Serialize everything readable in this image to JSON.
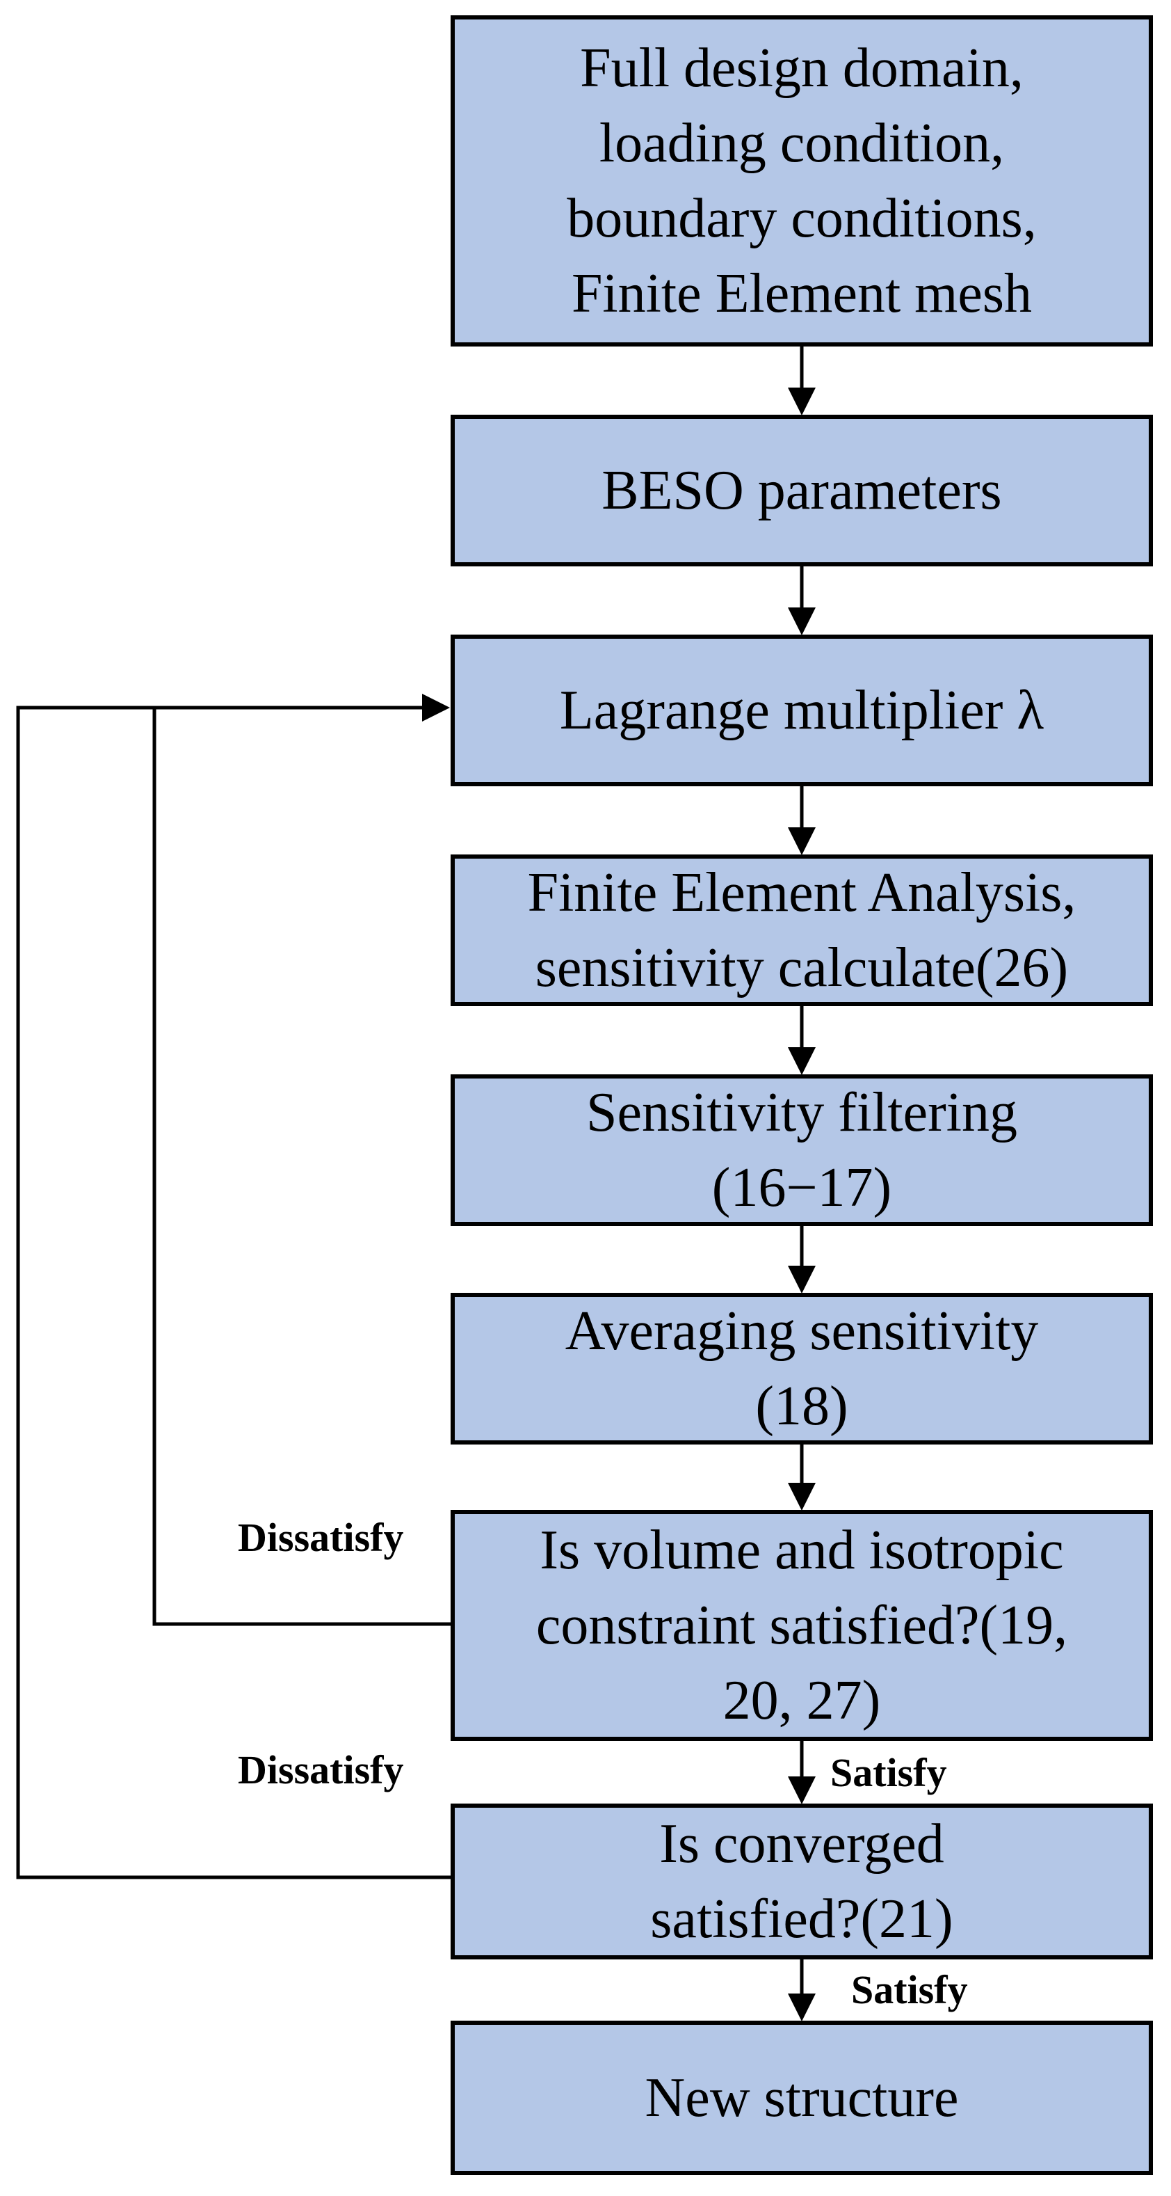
{
  "steps": {
    "start": "Full design domain,\nloading condition,\nboundary conditions,\nFinite Element mesh",
    "parameters": "BESO parameters",
    "lagrange": "Lagrange multiplier λ",
    "fea": "Finite Element Analysis,\nsensitivity calculate(26)",
    "filtering": "Sensitivity filtering\n(16−17)",
    "averaging": "Averaging sensitivity\n(18)",
    "constraint_check": "Is volume and isotropic\nconstraint satisfied?(19,\n20, 27)",
    "convergence_check": "Is converged\nsatisfied?(21)",
    "end": "New structure"
  },
  "labels": {
    "dissatisfy_constraint": "Dissatisfy",
    "satisfy_constraint": "Satisfy",
    "dissatisfy_convergence": "Dissatisfy",
    "satisfy_convergence": "Satisfy"
  },
  "colors": {
    "box_fill": "#b4c7e7",
    "line": "#000000"
  }
}
